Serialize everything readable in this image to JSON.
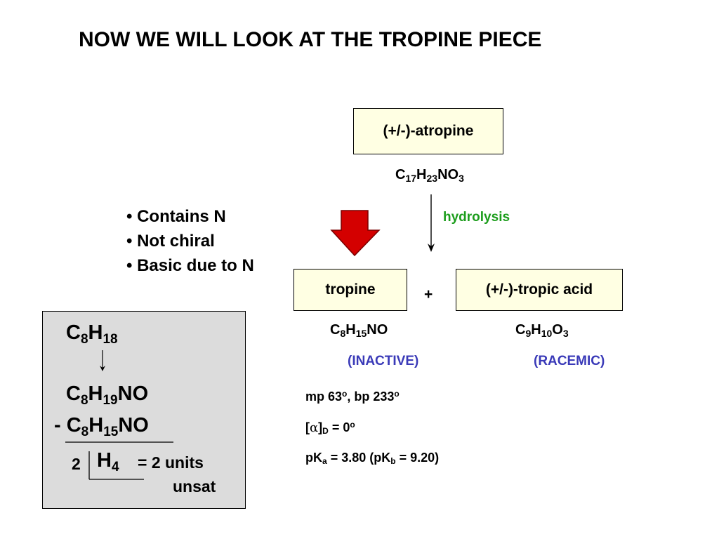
{
  "title": "NOW WE WILL LOOK AT THE TROPINE PIECE",
  "atropine": {
    "label": "(+/-)-atropine",
    "formula": [
      "C",
      "17",
      "H",
      "23",
      "NO",
      "3"
    ]
  },
  "reaction": {
    "arrow_label": "hydrolysis",
    "plus": "+"
  },
  "tropine": {
    "label": "tropine",
    "formula": [
      "C",
      "8",
      "H",
      "15",
      "NO"
    ],
    "note": "(INACTIVE)"
  },
  "tropic_acid": {
    "label": "(+/-)-tropic acid",
    "formula": [
      "C",
      "9",
      "H",
      "10",
      "O",
      "3"
    ],
    "note": "(RACEMIC)"
  },
  "bullets": [
    "• Contains N",
    "• Not chiral",
    "• Basic due to N"
  ],
  "properties": {
    "mp_bp": [
      "mp 63",
      "o",
      ", bp 233",
      "o"
    ],
    "rotation": [
      "[",
      "α",
      "]",
      "D",
      " = 0",
      "o"
    ],
    "pka": [
      "pK",
      "a",
      " = 3.80 (pK",
      "b",
      " = 9.20)"
    ]
  },
  "calc": {
    "line1": [
      "C",
      "8",
      "H",
      "18"
    ],
    "line2": [
      "C",
      "8",
      "H",
      "19",
      "NO"
    ],
    "line3": [
      "- C",
      "8",
      "H",
      "15",
      "NO"
    ],
    "divisor": "2",
    "h4": [
      "H",
      "4"
    ],
    "result": "= 2 units",
    "result2": "unsat"
  },
  "colors": {
    "box_fill": "#ffffe3",
    "grey_fill": "#dcdcdc",
    "arrow_red": "#d40000",
    "green": "#1c9d1c",
    "blue": "#3a3ab8"
  }
}
